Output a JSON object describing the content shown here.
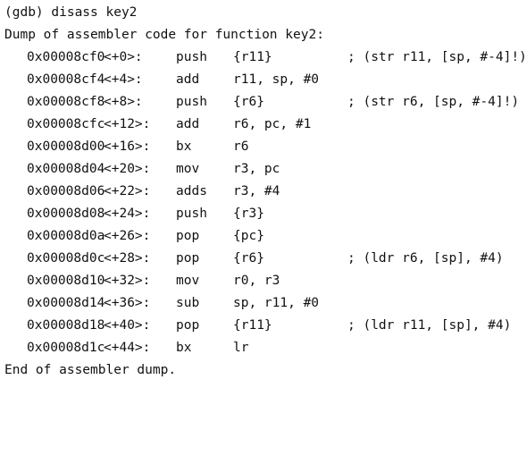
{
  "terminal": {
    "prompt_line": "(gdb) disass key2",
    "header": "Dump of assembler code for function key2:",
    "footer": "End of assembler dump.",
    "instructions": [
      {
        "addr": "0x00008cf0",
        "offset": "<+0>:",
        "mnemonic": "push",
        "operands": "{r11}",
        "comment": "; (str r11, [sp, #-4]!)"
      },
      {
        "addr": "0x00008cf4",
        "offset": "<+4>:",
        "mnemonic": "add",
        "operands": "r11, sp, #0",
        "comment": ""
      },
      {
        "addr": "0x00008cf8",
        "offset": "<+8>:",
        "mnemonic": "push",
        "operands": "{r6}",
        "comment": "; (str r6, [sp, #-4]!)"
      },
      {
        "addr": "0x00008cfc",
        "offset": "<+12>:",
        "mnemonic": "add",
        "operands": "r6, pc, #1",
        "comment": ""
      },
      {
        "addr": "0x00008d00",
        "offset": "<+16>:",
        "mnemonic": "bx",
        "operands": "r6",
        "comment": ""
      },
      {
        "addr": "0x00008d04",
        "offset": "<+20>:",
        "mnemonic": "mov",
        "operands": "r3, pc",
        "comment": ""
      },
      {
        "addr": "0x00008d06",
        "offset": "<+22>:",
        "mnemonic": "adds",
        "operands": "r3, #4",
        "comment": ""
      },
      {
        "addr": "0x00008d08",
        "offset": "<+24>:",
        "mnemonic": "push",
        "operands": "{r3}",
        "comment": ""
      },
      {
        "addr": "0x00008d0a",
        "offset": "<+26>:",
        "mnemonic": "pop",
        "operands": "{pc}",
        "comment": ""
      },
      {
        "addr": "0x00008d0c",
        "offset": "<+28>:",
        "mnemonic": "pop",
        "operands": "{r6}",
        "comment": "; (ldr r6, [sp], #4)"
      },
      {
        "addr": "0x00008d10",
        "offset": "<+32>:",
        "mnemonic": "mov",
        "operands": "r0, r3",
        "comment": ""
      },
      {
        "addr": "0x00008d14",
        "offset": "<+36>:",
        "mnemonic": "sub",
        "operands": "sp, r11, #0",
        "comment": ""
      },
      {
        "addr": "0x00008d18",
        "offset": "<+40>:",
        "mnemonic": "pop",
        "operands": "{r11}",
        "comment": "; (ldr r11, [sp], #4)"
      },
      {
        "addr": "0x00008d1c",
        "offset": "<+44>:",
        "mnemonic": "bx",
        "operands": "lr",
        "comment": ""
      }
    ]
  }
}
